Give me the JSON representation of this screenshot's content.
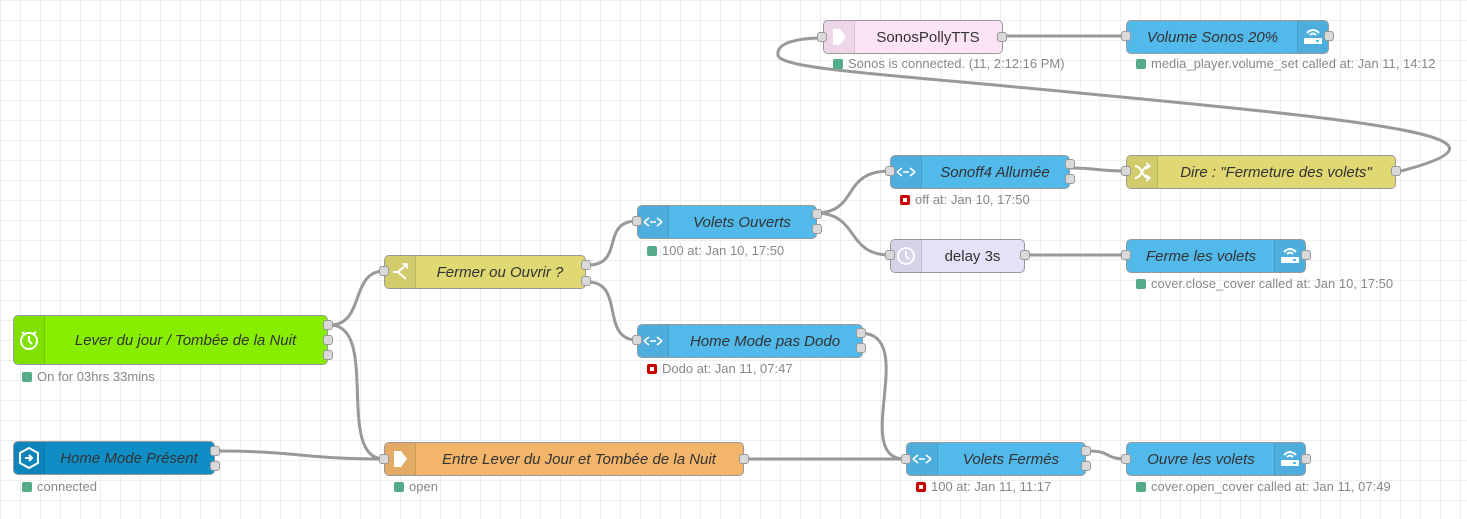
{
  "colors": {
    "grid": "#eeeeee",
    "wire": "#999999",
    "status_green": "#55aa88",
    "status_red": "#cc0000"
  },
  "nodes": {
    "sonos_tts": {
      "label": "SonosPollyTTS",
      "color": "#fce4f6",
      "icon": "arrow-right-icon",
      "status": "Sonos is connected. (11, 2:12:16 PM)",
      "status_color": "green"
    },
    "volume_sonos": {
      "label": "Volume Sonos 20%",
      "color": "#52b9eb",
      "icon": "router-icon",
      "status": "media_player.volume_set called at: Jan 11, 14:12",
      "status_color": "green"
    },
    "sonoff4": {
      "label": "Sonoff4 Allumée",
      "color": "#52b9eb",
      "icon": "switch-arrows-icon",
      "status": "off at: Jan 10, 17:50",
      "status_color": "red"
    },
    "dire": {
      "label": "Dire : \"Fermeture des volets\"",
      "color": "#e0d872",
      "icon": "shuffle-icon"
    },
    "volets_ouverts": {
      "label": "Volets Ouverts",
      "color": "#52b9eb",
      "icon": "switch-arrows-icon",
      "status": "100 at: Jan 10, 17:50",
      "status_color": "green"
    },
    "delay": {
      "label": "delay 3s",
      "color": "#e6e0f8",
      "icon": "clock-icon"
    },
    "ferme_volets": {
      "label": "Ferme les volets",
      "color": "#52b9eb",
      "icon": "router-icon",
      "status": "cover.close_cover called at: Jan 10, 17:50",
      "status_color": "green"
    },
    "fermer_ouvrir": {
      "label": "Fermer ou Ouvrir ?",
      "color": "#e0d872",
      "icon": "switch-icon"
    },
    "lever_jour": {
      "label": "Lever du jour / Tombée de la Nuit",
      "color": "#88ee00",
      "icon": "timer-icon",
      "status": "On for 03hrs 33mins",
      "status_color": "green"
    },
    "home_mode_dodo": {
      "label": "Home Mode pas Dodo",
      "color": "#52b9eb",
      "icon": "switch-arrows-icon",
      "status": "Dodo at: Jan 11, 07:47",
      "status_color": "red"
    },
    "home_mode_present": {
      "label": "Home Mode Présent",
      "color": "#0f8ec6",
      "icon": "hexagon-arrow-icon",
      "status": "connected",
      "status_color": "green"
    },
    "entre_lever": {
      "label": "Entre Lever du Jour et Tombée de la Nuit",
      "color": "#f2b56a",
      "icon": "arrow-right-icon",
      "status": "open",
      "status_color": "green"
    },
    "volets_fermes": {
      "label": "Volets Fermés",
      "color": "#52b9eb",
      "icon": "switch-arrows-icon",
      "status": "100 at: Jan 11, 11:17",
      "status_color": "red"
    },
    "ouvre_volets": {
      "label": "Ouvre les volets",
      "color": "#52b9eb",
      "icon": "router-icon",
      "status": "cover.open_cover called at: Jan 11, 07:49",
      "status_color": "green"
    }
  }
}
